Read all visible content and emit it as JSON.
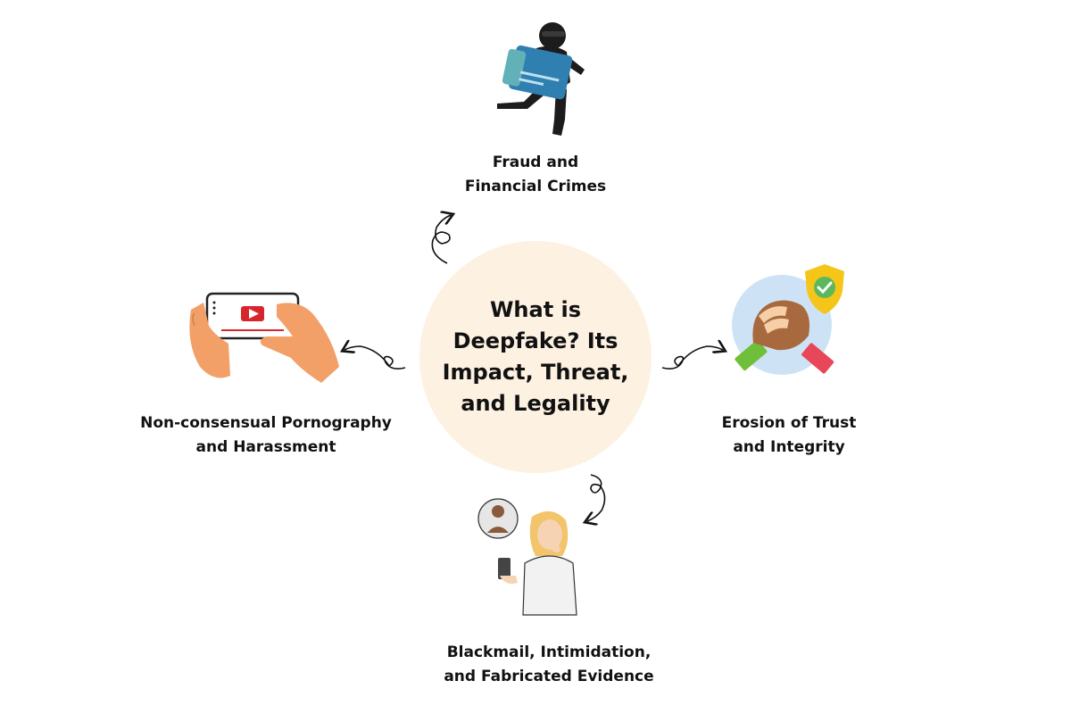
{
  "center": {
    "title_lines": [
      "What is",
      "Deepfake? Its",
      "Impact, Threat,",
      "and Legality"
    ]
  },
  "nodes": {
    "top": {
      "lines": [
        "Fraud and",
        "Financial Crimes"
      ],
      "icon": "thief-card-icon"
    },
    "right": {
      "lines": [
        "Erosion of Trust",
        "and Integrity"
      ],
      "icon": "handshake-shield-icon"
    },
    "bottom": {
      "lines": [
        "Blackmail, Intimidation,",
        "and Fabricated Evidence"
      ],
      "icon": "worried-woman-phone-icon"
    },
    "left": {
      "lines": [
        "Non-consensual Pornography",
        "and Harassment"
      ],
      "icon": "phone-video-icon"
    }
  },
  "colors": {
    "center_fill": "#fdf1e1",
    "text": "#111111",
    "play_red": "#d7262b",
    "skin": "#f3a068",
    "card_blue": "#2f7fb0",
    "shield_yellow": "#f5c518",
    "check_green": "#5cb85c"
  }
}
